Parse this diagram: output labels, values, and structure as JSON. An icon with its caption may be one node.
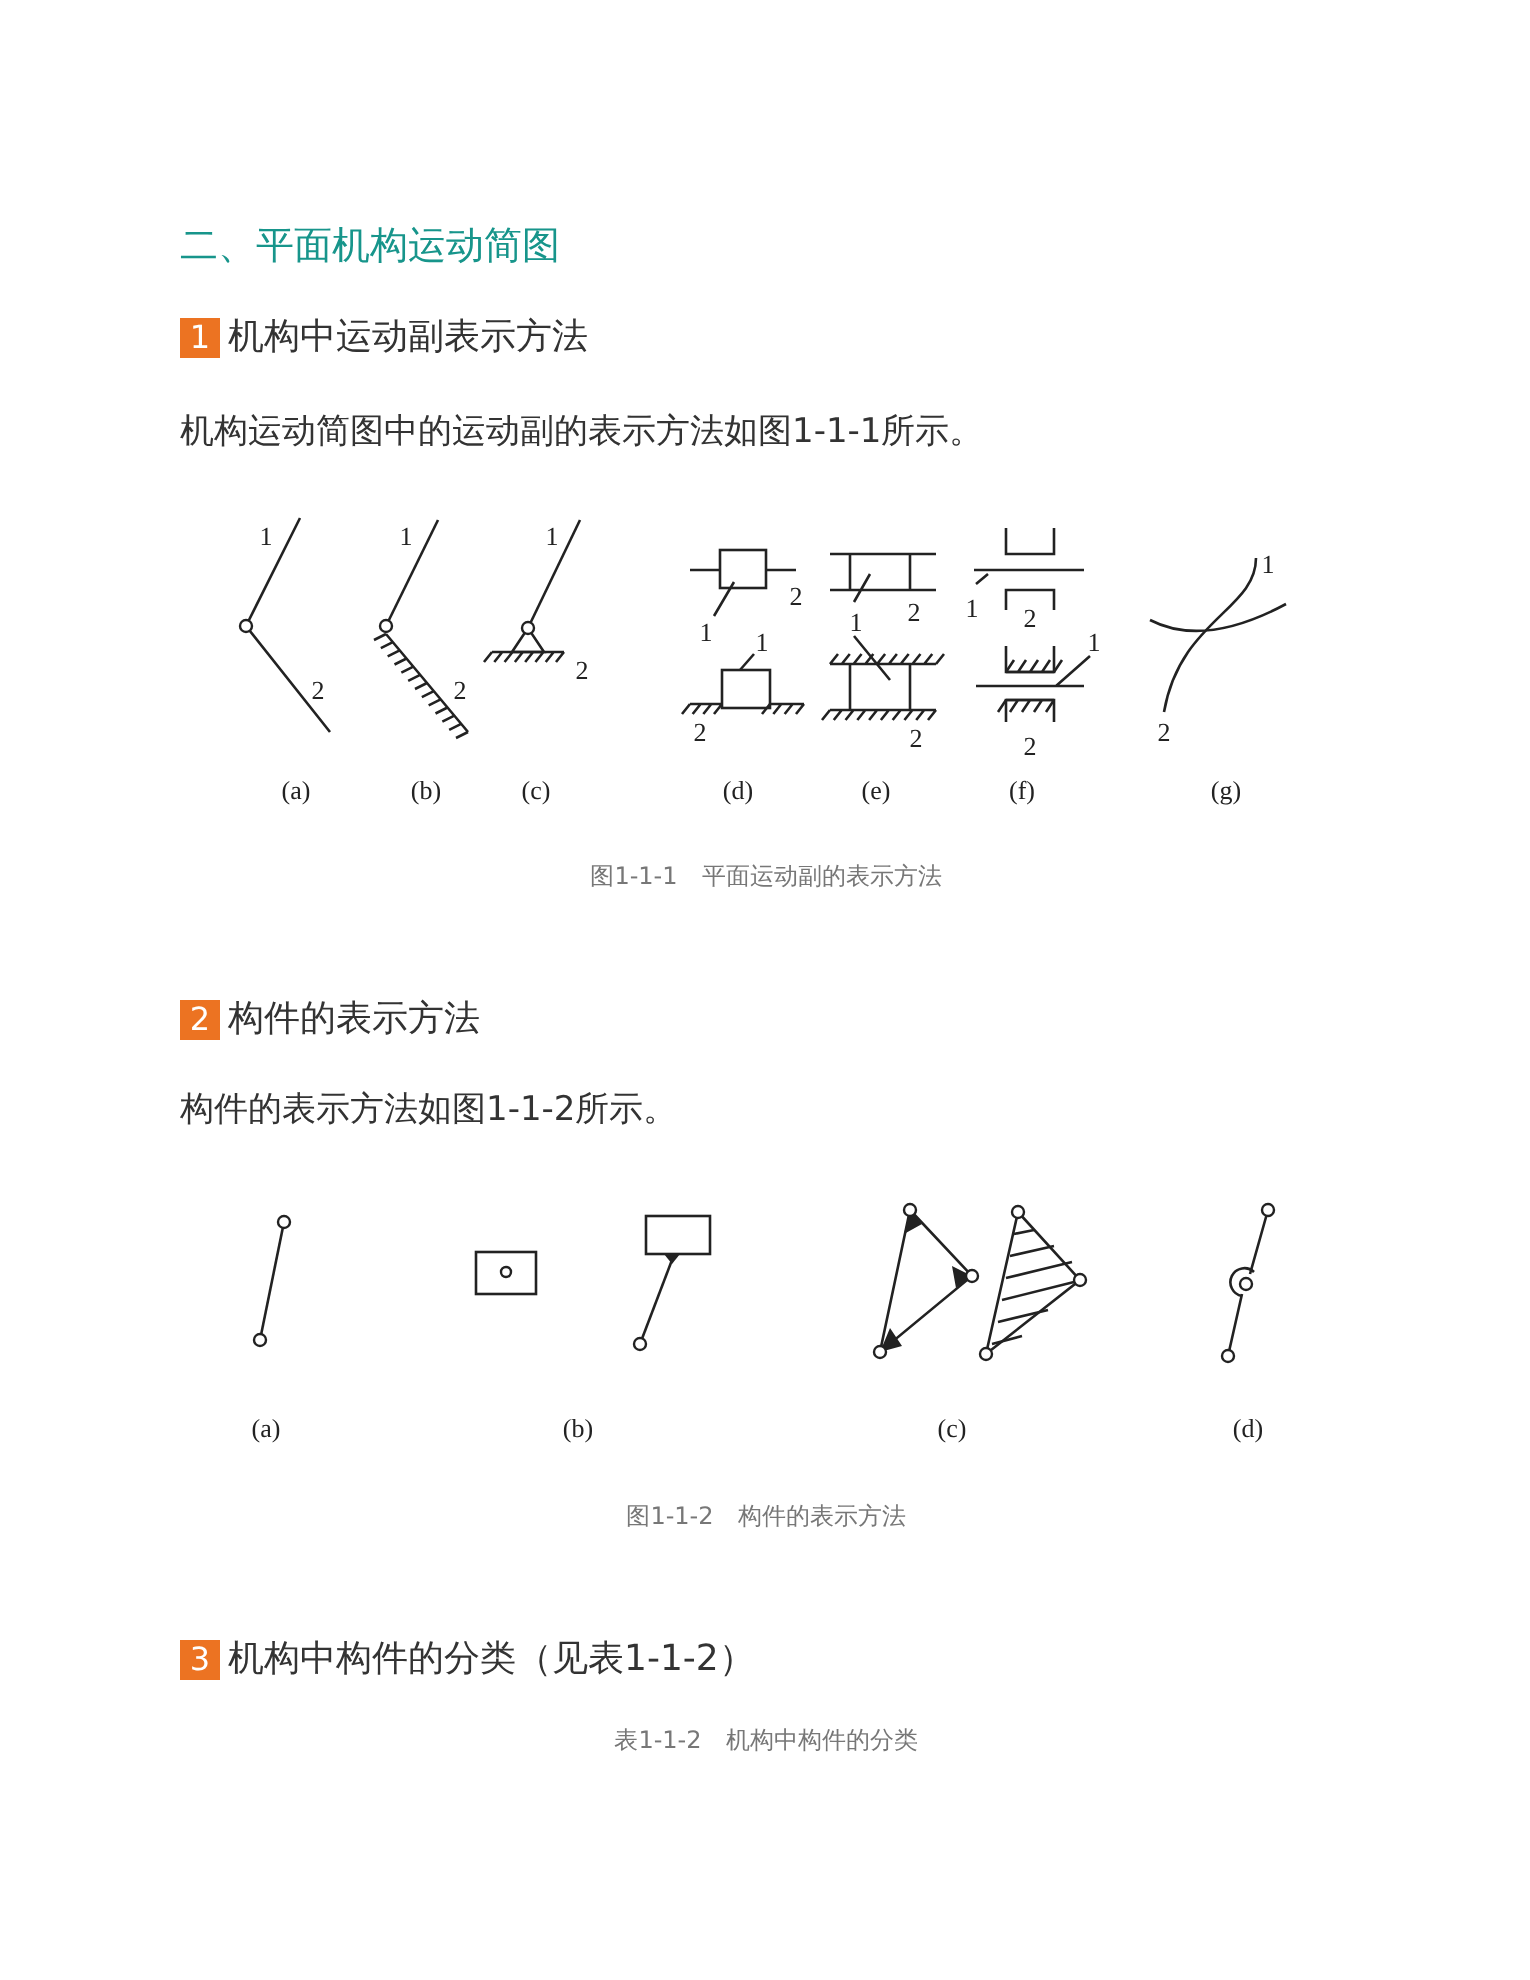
{
  "diagram": {
    "title": "二、平面机构运动简图",
    "labels": [
      "1",
      "机构中运动副表示方法",
      "机构运动简图中的运动副的表示方法如图1-1-1所示。",
      "1",
      "2",
      "1",
      "2",
      "1",
      "2",
      "2",
      "1",
      "1",
      "2",
      "1",
      "2",
      "2",
      "1",
      "2",
      "1",
      "2",
      "1",
      "2",
      "(a)",
      "(b)",
      "(c)",
      "(d)",
      "(e)",
      "(f)",
      "(g)",
      "图1-1-1　平面运动副的表示方法",
      "2",
      "构件的表示方法",
      "构件的表示方法如图1-1-2所示。",
      "(a)",
      "(b)",
      "(c)",
      "(d)",
      "图1-1-2　构件的表示方法",
      "3",
      "机构中构件的分类（见表1-1-2）",
      "表1-1-2　机构中构件的分类"
    ]
  }
}
